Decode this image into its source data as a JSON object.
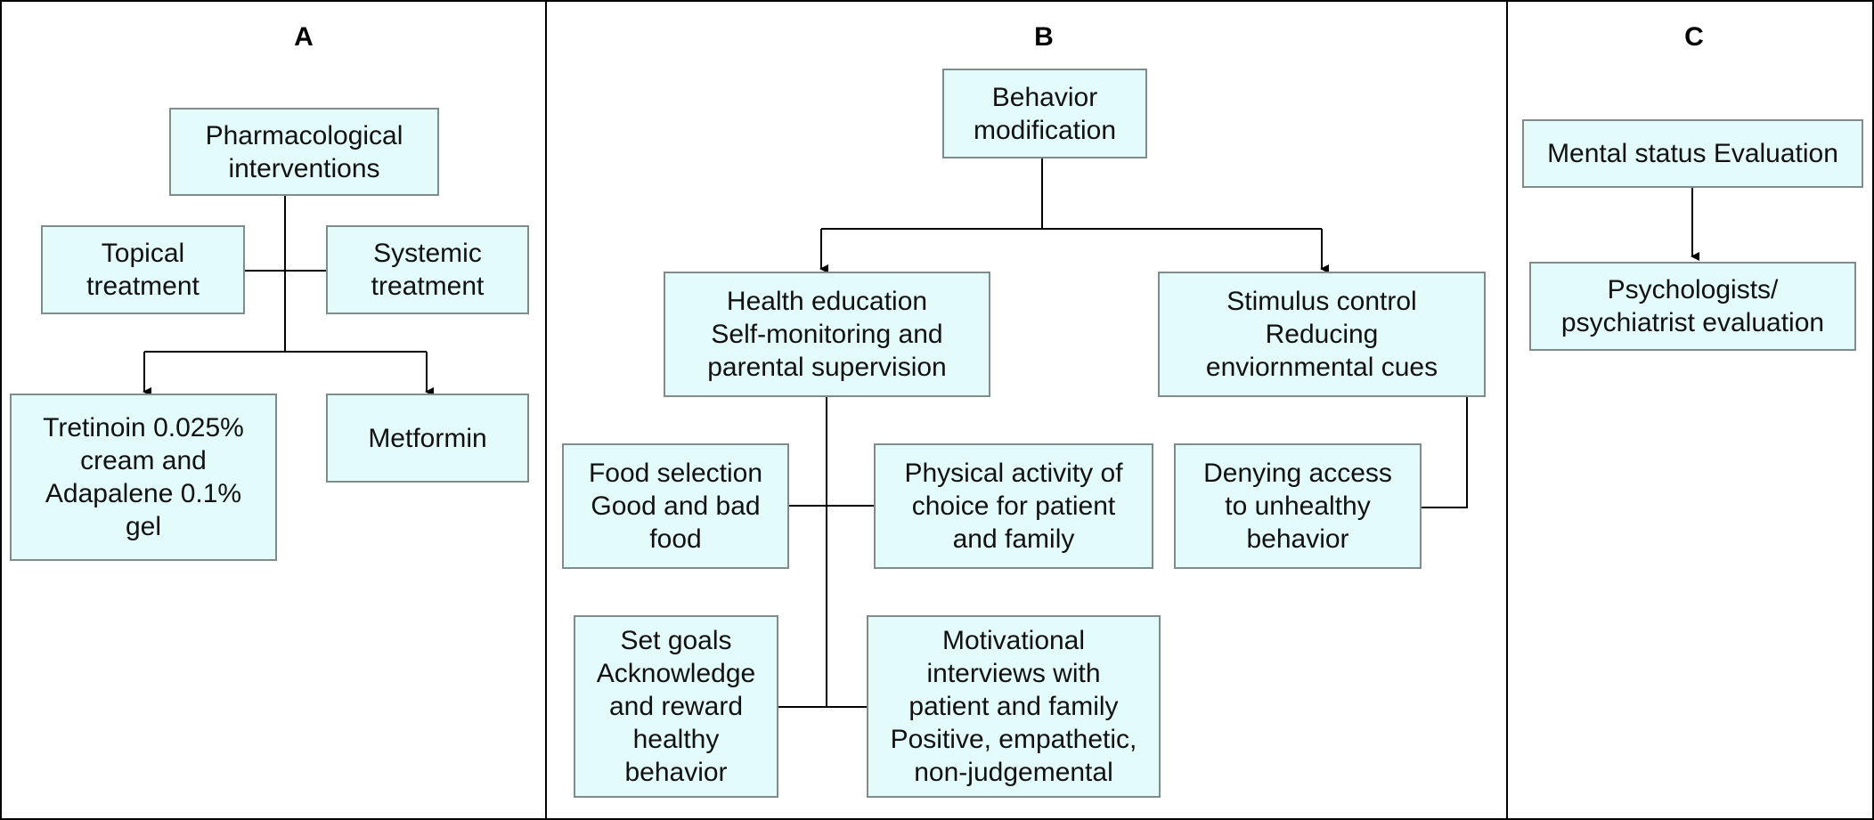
{
  "panels": {
    "a": {
      "title": "A",
      "root": [
        "Pharmacological",
        "interventions"
      ],
      "topical": [
        "Topical",
        "treatment"
      ],
      "systemic": [
        "Systemic",
        "treatment"
      ],
      "tretinoin": [
        "Tretinoin 0.025%",
        "cream and",
        "Adapalene 0.1%",
        "gel"
      ],
      "metformin": [
        "Metformin"
      ]
    },
    "b": {
      "title": "B",
      "root": [
        "Behavior",
        "modification"
      ],
      "health": [
        "Health education",
        "Self-monitoring and",
        "parental supervision"
      ],
      "stimulus": [
        "Stimulus control",
        "Reducing",
        "enviornmental cues"
      ],
      "food": [
        "Food selection",
        "Good and bad",
        "food"
      ],
      "physical": [
        "Physical activity of",
        "choice for patient",
        "and family"
      ],
      "denying": [
        "Denying access",
        "to unhealthy",
        "behavior"
      ],
      "goals": [
        "Set goals",
        "Acknowledge",
        "and reward",
        "healthy",
        "behavior"
      ],
      "motivational": [
        "Motivational",
        "interviews with",
        "patient and family",
        "Positive, empathetic,",
        "non-judgemental"
      ]
    },
    "c": {
      "title": "C",
      "root": [
        "Mental status Evaluation"
      ],
      "psych": [
        "Psychologists/",
        "psychiatrist evaluation"
      ]
    }
  },
  "colors": {
    "box_fill": "#e3fbfb",
    "box_border": "#7f8c8c",
    "line": "#000000"
  }
}
